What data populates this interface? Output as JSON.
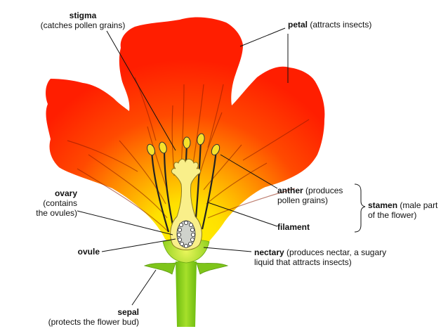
{
  "labels": {
    "stigma": {
      "name": "stigma",
      "desc": "(catches pollen grains)"
    },
    "petal": {
      "name": "petal",
      "desc": "(attracts insects)"
    },
    "ovary": {
      "name": "ovary",
      "desc_line1": "(contains",
      "desc_line2": "the ovules)"
    },
    "anther": {
      "name": "anther",
      "desc_line1": "(produces",
      "desc_line2": "pollen grains)"
    },
    "stamen": {
      "name": "stamen",
      "desc_line1": "(male part",
      "desc_line2": "of the flower)"
    },
    "filament": {
      "name": "filament"
    },
    "ovule": {
      "name": "ovule"
    },
    "nectary": {
      "name": "nectary",
      "desc_line1": "(produces nectar, a sugary",
      "desc_line2": "liquid that attracts insects)"
    },
    "sepal": {
      "name": "sepal",
      "desc": "(protects the flower bud)"
    }
  },
  "colors": {
    "petal_outer": "#ff2a00",
    "petal_mid": "#ff7a00",
    "petal_inner": "#ffe200",
    "stem": "#8ad11a",
    "anther": "#f7e12a",
    "style": "#f9ef8a"
  }
}
